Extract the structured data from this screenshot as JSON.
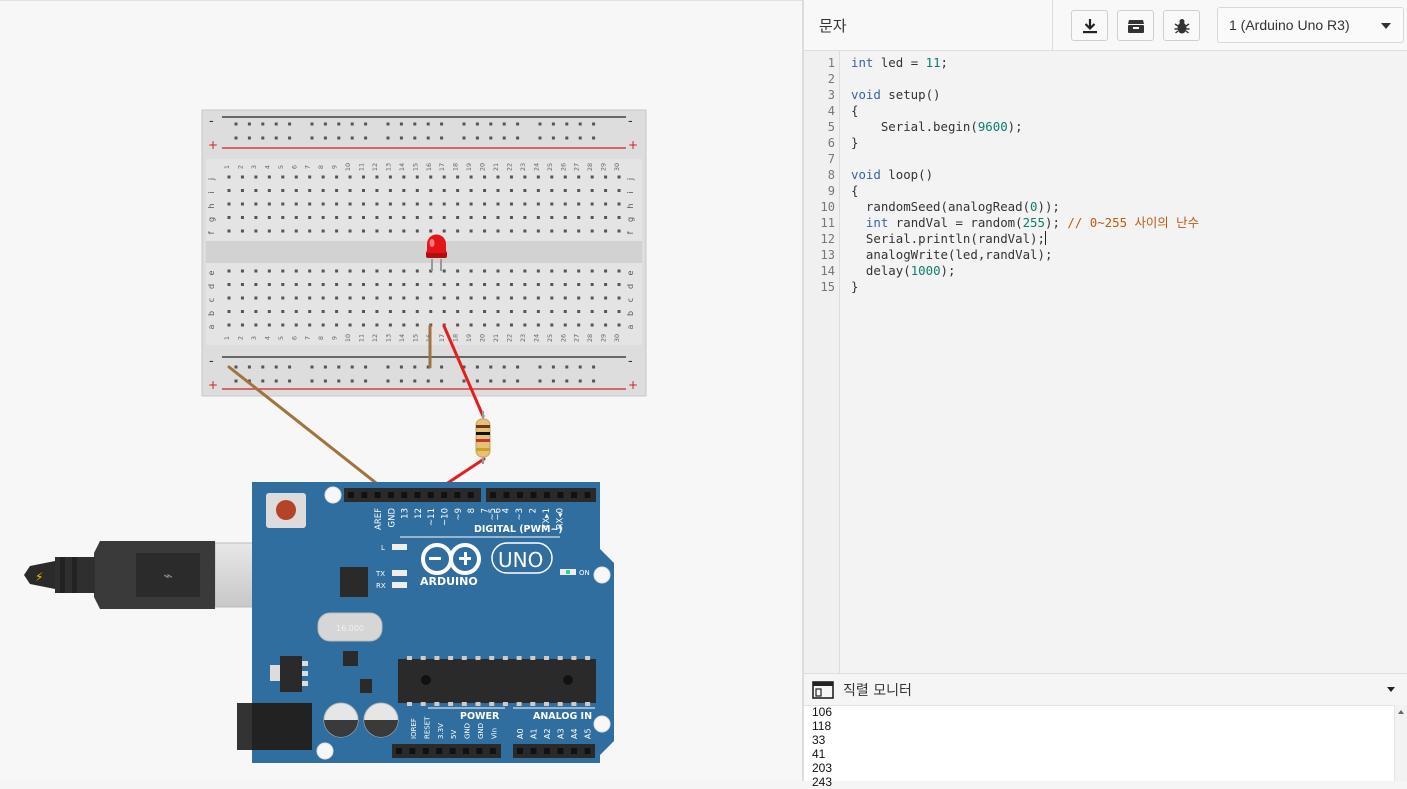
{
  "toolbar": {
    "mode_label": "문자",
    "device_select": "1 (Arduino Uno R3)"
  },
  "editor": {
    "line_numbers": [
      "1",
      "2",
      "3",
      "4",
      "5",
      "6",
      "7",
      "8",
      "9",
      "10",
      "11",
      "12",
      "13",
      "14",
      "15"
    ]
  },
  "breadboard": {
    "top_rail_minus": "-",
    "top_rail_plus": "+",
    "bottom_rail_minus": "-",
    "bottom_rail_plus": "+",
    "upper_rows": [
      "f",
      "g",
      "h",
      "i",
      "j"
    ],
    "lower_rows": [
      "a",
      "b",
      "c",
      "d",
      "e"
    ],
    "columns": [
      "1",
      "2",
      "3",
      "4",
      "5",
      "6",
      "7",
      "8",
      "9",
      "10",
      "11",
      "12",
      "13",
      "14",
      "15",
      "16",
      "17",
      "18",
      "19",
      "20",
      "21",
      "22",
      "23",
      "24",
      "25",
      "26",
      "27",
      "28",
      "29",
      "30"
    ]
  },
  "arduino": {
    "brand": "ARDUINO",
    "model": "UNO",
    "digital_label": "DIGITAL (PWM~)",
    "digital_pins": [
      "AREF",
      "GND",
      "13",
      "12",
      "~11",
      "~10",
      "~9",
      "8",
      "7",
      "~6",
      "~5",
      "4",
      "~3",
      "2",
      "TX▸1",
      "RX◂0"
    ],
    "led_l": "L",
    "led_tx": "TX",
    "led_rx": "RX",
    "on_label": "ON",
    "power_label": "POWER",
    "analog_label": "ANALOG IN",
    "power_pins": [
      "IOREF",
      "RESET",
      "3.3V",
      "5V",
      "GND",
      "GND",
      "Vin"
    ],
    "analog_pins": [
      "A0",
      "A1",
      "A2",
      "A3",
      "A4",
      "A5"
    ],
    "crystal_text": "16.000"
  },
  "serial_monitor": {
    "title": "직렬 모니터",
    "lines": [
      "106",
      "118",
      "33",
      "41",
      "203",
      "243"
    ]
  },
  "colors": {
    "board_blue": "#2f6e9e",
    "wire_red": "#e02020",
    "wire_brown": "#a0743e",
    "led_red": "#e5141b"
  }
}
